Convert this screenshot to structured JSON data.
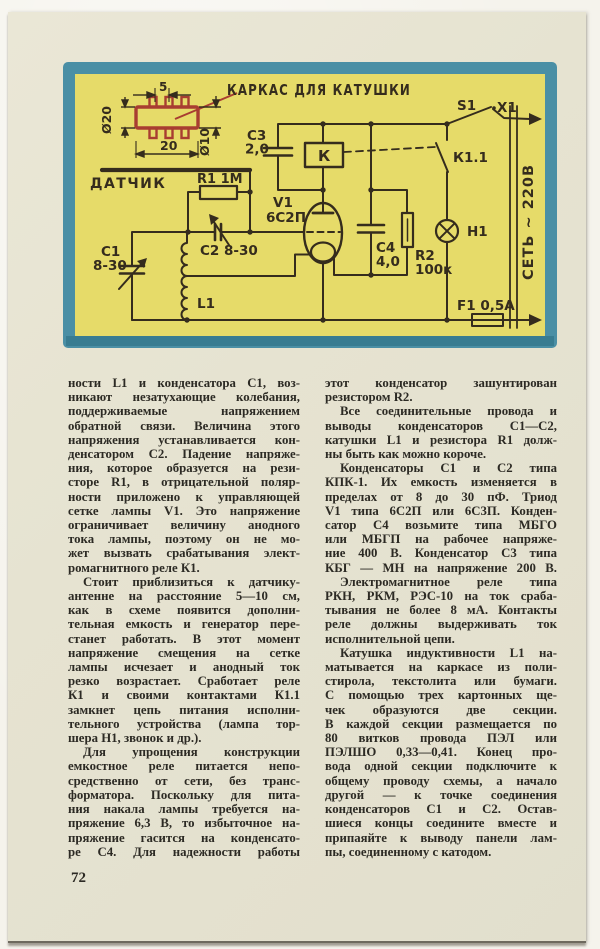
{
  "page": {
    "number": "72"
  },
  "schematic": {
    "title": "КАРКАС ДЛЯ КАТУШКИ",
    "colors": {
      "background": "#e6db69",
      "border": "#4a8fa5",
      "former_red": "#a83d31",
      "ink": "#352c1d"
    },
    "dimensions": {
      "tab_gap": "5",
      "outer_diameter": "Ø20",
      "length": "20",
      "inner_diameter": "Ø10"
    },
    "labels": {
      "sensor": "ДАТЧИК",
      "r1": "R1 1М",
      "c1_name": "С1",
      "c1_value": "8-30",
      "c2": "С2 8-30",
      "l1": "L1",
      "v1_name": "V1",
      "v1_type": "6С2П",
      "c3_name": "С3",
      "c3_value": "2,0",
      "relay": "К",
      "c4_name": "С4",
      "c4_value": "4,0",
      "r2_name": "R2",
      "r2_value": "100к",
      "k11": "К1.1",
      "h1": "Н1",
      "s1": "S1",
      "x1": "Х1",
      "f1": "F1 0,5А",
      "mains": "СЕТЬ ~ 220В"
    }
  },
  "article": {
    "columns": [
      {
        "paragraphs": [
          {
            "indent": false,
            "lines": [
              "ности L1 и конденсатора С1, воз-",
              "никают незатухающие колебания,",
              "поддерживаемые напряжением",
              "обратной связи. Величина этого",
              "напряжения устанавливается кон-",
              "денсатором С2. Падение напряже-",
              "ния, которое образуется на рези-",
              "сторе R1, в отрицательной поляр-",
              "ности приложено к управляющей",
              "сетке лампы V1. Это напряжение",
              "ограничивает величину анодного",
              "тока лампы, поэтому он не мо-",
              "жет вызвать срабатывания элект-",
              "ромагнитного реле К1."
            ]
          },
          {
            "indent": true,
            "lines": [
              "Стоит приблизиться к датчику-",
              "антенне на расстояние 5—10 см,",
              "как в схеме появится дополни-",
              "тельная емкость и генератор пере-",
              "станет работать. В этот момент",
              "напряжение смещения на сетке",
              "лампы исчезает и анодный ток",
              "резко возрастает. Сработает реле",
              "К1 и своими контактами К1.1",
              "замкнет цепь питания исполни-",
              "тельного устройства (лампа тор-",
              "шера Н1, звонок и др.)."
            ]
          },
          {
            "indent": true,
            "justify_last": true,
            "lines": [
              "Для упрощения конструкции",
              "емкостное реле питается непо-",
              "средственно от сети, без транс-",
              "форматора. Поскольку для пита-",
              "ния накала лампы требуется на-",
              "пряжение 6,3 В, то избыточное на-",
              "пряжение гасится на конденсато-",
              "ре С4. Для надежности работы"
            ]
          }
        ]
      },
      {
        "paragraphs": [
          {
            "indent": false,
            "lines": [
              "этот конденсатор зашунтирован",
              "резистором R2."
            ]
          },
          {
            "indent": true,
            "lines": [
              "Все соединительные провода и",
              "выводы конденсаторов С1—С2,",
              "катушки L1 и резистора R1 долж-",
              "ны быть как можно короче."
            ]
          },
          {
            "indent": true,
            "justify_last": true,
            "lines": [
              "Конденсаторы С1 и С2 типа",
              "КПК-1. Их емкость изменяется в",
              "пределах от 8 до 30 пФ. Триод",
              "V1 типа 6С2П или 6С3П. Конден-",
              "сатор С4 возьмите типа МБГО",
              "или МБГП на рабочее напряже-",
              "ние 400 В. Конденсатор С3 типа",
              "КБГ — МН на напряжение 200 В."
            ]
          },
          {
            "indent": true,
            "lines": [
              "Электромагнитное реле типа",
              "РКН, РКМ, РЭС-10 на ток сраба-",
              "тывания не более 8 мА. Контакты",
              "реле должны выдерживать ток",
              "исполнительной цепи."
            ]
          },
          {
            "indent": true,
            "lines": [
              "Катушка индуктивности L1 на-",
              "матывается на каркасе из поли-",
              "стирола, текстолита или бумаги.",
              "С помощью трех картонных ще-",
              "чек образуются две секции.",
              "В каждой секции размещается по",
              "80 витков провода ПЭЛ или",
              "ПЭЛШО 0,33—0,41. Конец про-",
              "вода одной секции подключите к",
              "общему проводу схемы, а начало",
              "другой — к точке соединения",
              "конденсаторов С1 и С2. Остав-",
              "шиеся концы соедините вместе и",
              "припаяйте к выводу панели лам-",
              "пы, соединенному с катодом."
            ]
          }
        ]
      }
    ]
  }
}
